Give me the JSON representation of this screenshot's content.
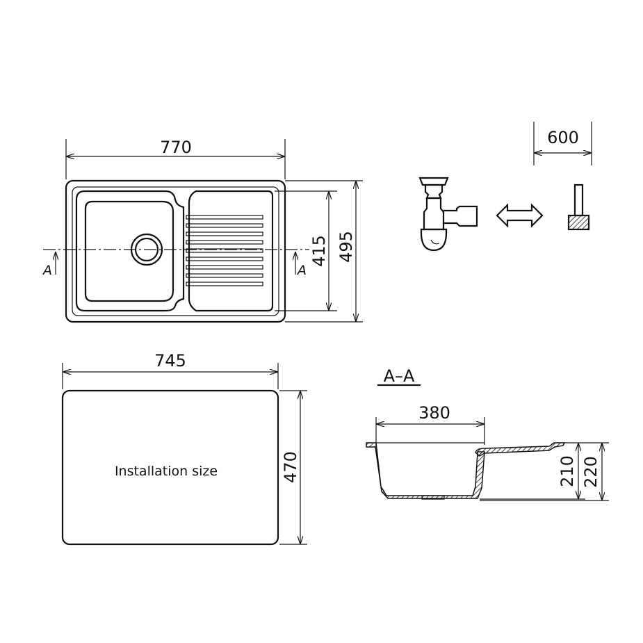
{
  "top_view": {
    "width_label": "770",
    "bowl_height_label": "415",
    "height_label": "495",
    "section_mark_left": "A",
    "section_mark_right": "A"
  },
  "cabinet": {
    "width_label": "600"
  },
  "cutout": {
    "width_label": "745",
    "height_label": "470",
    "caption": "Installation size"
  },
  "section": {
    "title": "A–A",
    "bowl_width_label": "380",
    "depth_label": "210",
    "total_depth_label": "220"
  }
}
